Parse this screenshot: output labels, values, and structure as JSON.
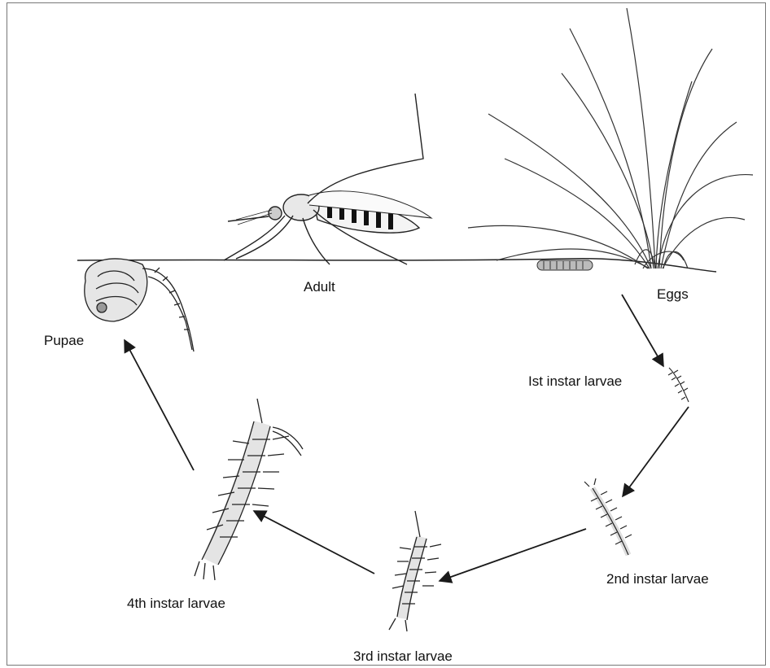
{
  "stages": {
    "adult": "Adult",
    "eggs": "Eggs",
    "pupae": "Pupae",
    "instar1": "Ist instar larvae",
    "instar2": "2nd instar larvae",
    "instar3": "3rd instar larvae",
    "instar4": "4th instar larvae"
  },
  "colors": {
    "line": "#1a1a1a",
    "border": "#777777",
    "background": "#ffffff"
  }
}
